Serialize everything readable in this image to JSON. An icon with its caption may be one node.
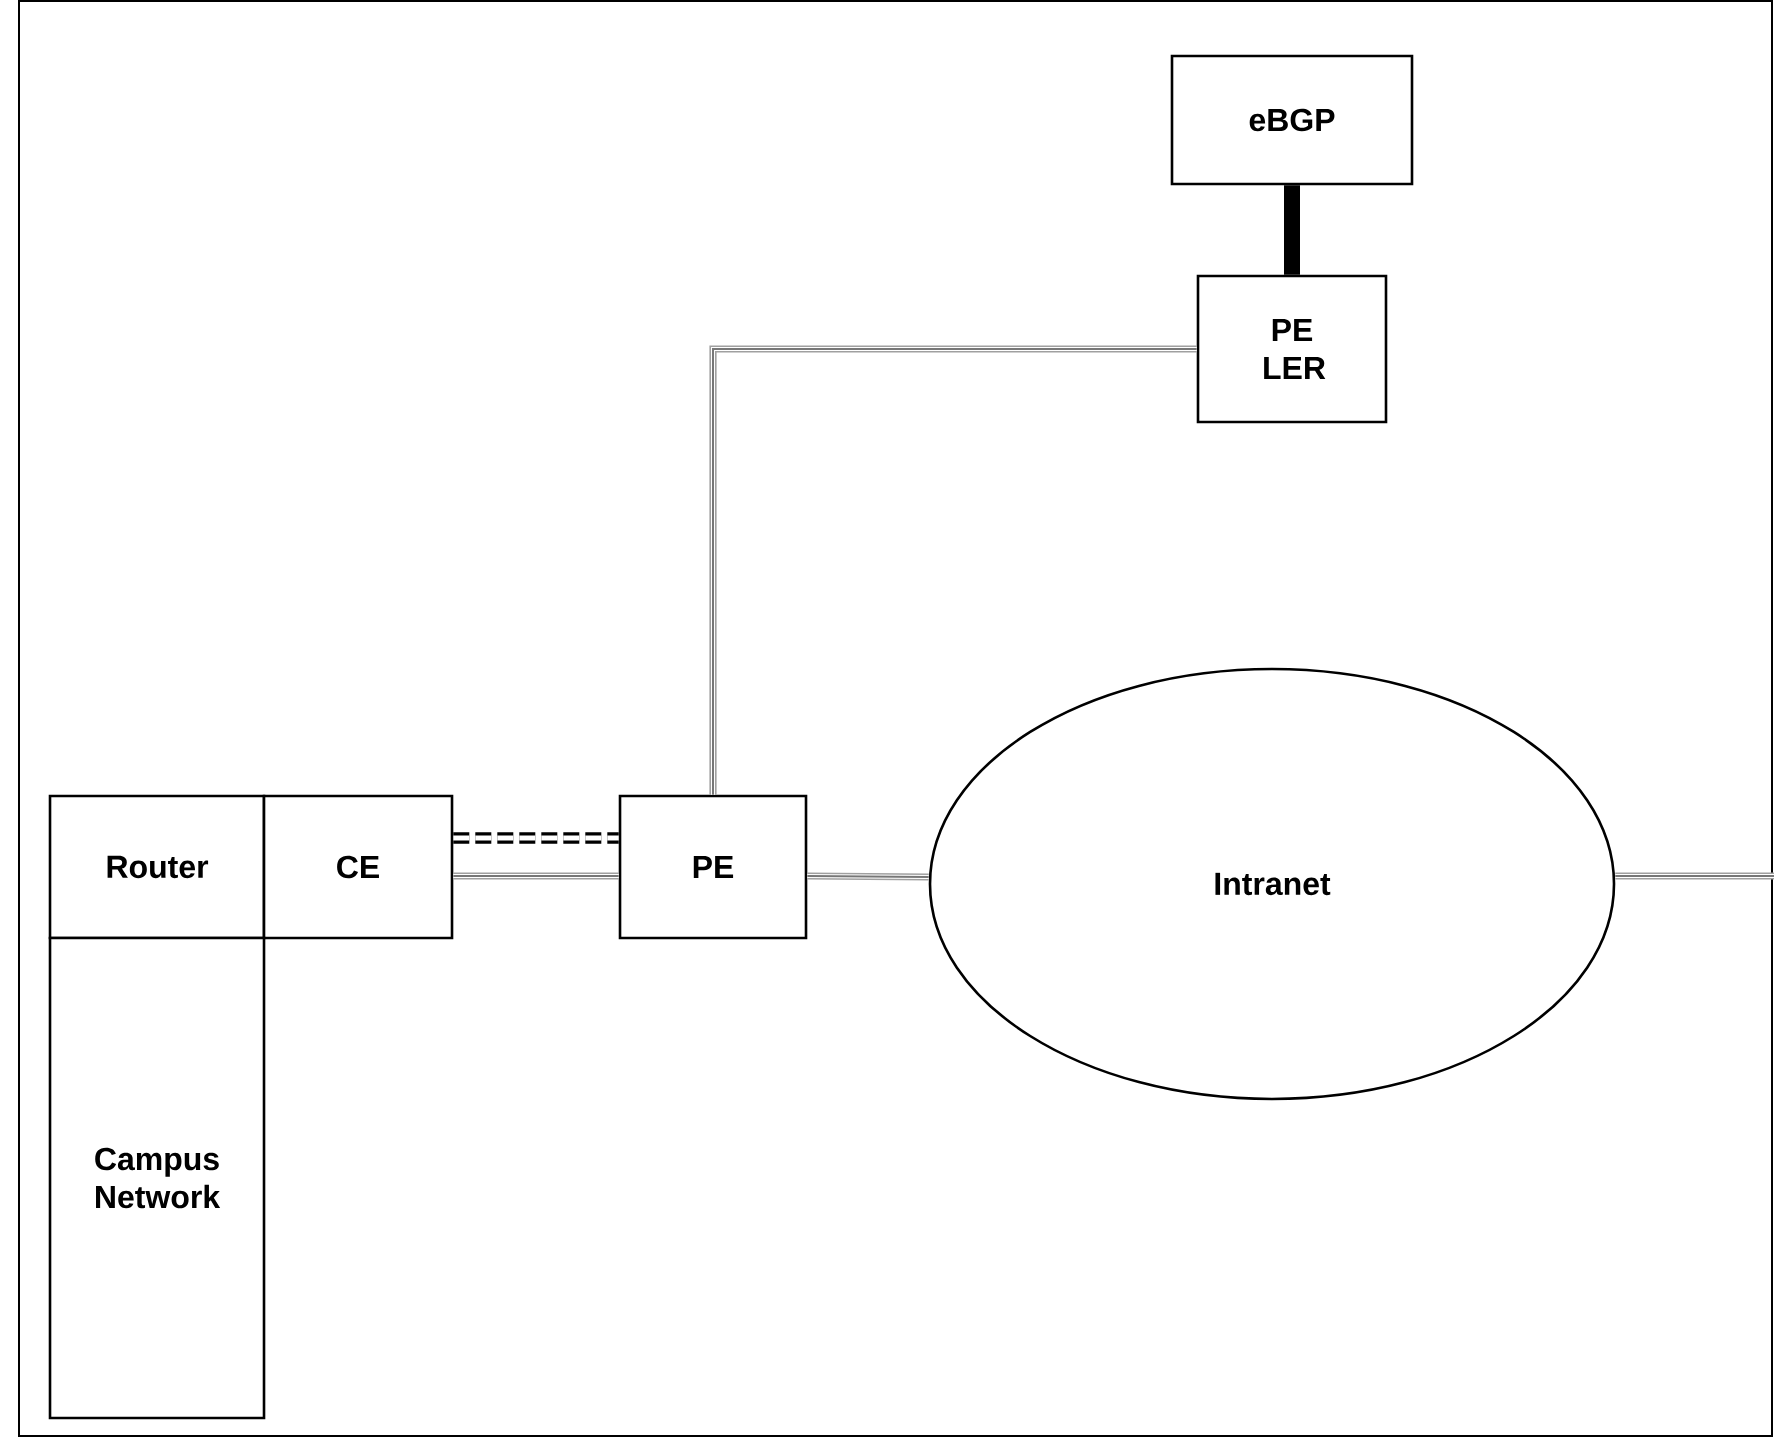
{
  "diagram": {
    "nodes": [
      {
        "text": [
          "eBGP"
        ]
      },
      {
        "text": [
          "PE LER"
        ]
      },
      {
        "text": [
          "Router"
        ]
      },
      {
        "text": [
          "CE"
        ]
      },
      {
        "text": [
          "Campus Network"
        ]
      },
      {
        "text": [
          "PE"
        ]
      },
      {
        "text": [
          "Intranet"
        ]
      }
    ],
    "edges": [
      {
        "from": 0,
        "to": 1,
        "arrow": "none",
        "style": "thick",
        "color": "#000000"
      },
      {
        "from": 1,
        "to": 5,
        "arrow": "none"
      },
      {
        "from": 3,
        "to": 5,
        "arrow": "none",
        "style": "dashed",
        "color": "#000000"
      },
      {
        "from": 3,
        "to": 5,
        "arrow": "none"
      },
      {
        "from": 5,
        "to": 6,
        "arrow": "none"
      },
      {
        "from": 6,
        "to": null,
        "arrow": "none"
      }
    ]
  }
}
